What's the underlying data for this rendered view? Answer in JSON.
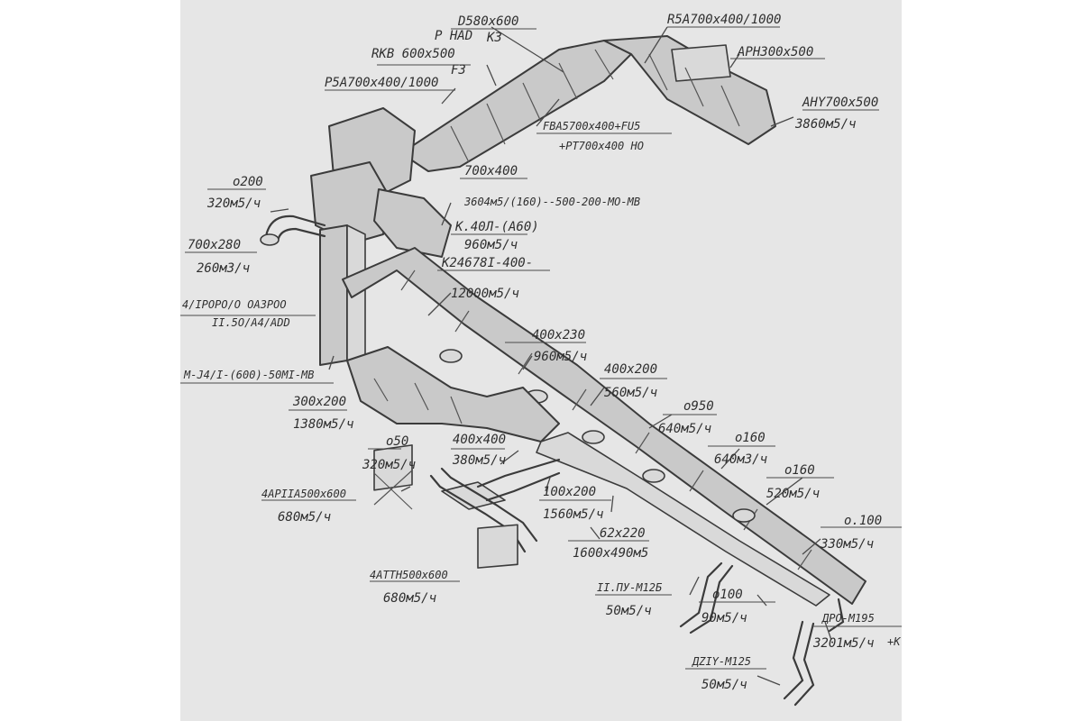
{
  "labels": {
    "d580": "D580x600",
    "phad": "P HAD",
    "k3a": "K3",
    "rkb": "RKB 600x500",
    "f3": "F3",
    "p5a": "P5A700x400/1000",
    "r5a": "R5A700x400/1000",
    "apn300": "APH300x500",
    "ahy700": "AHY700x500",
    "ahy_flow": "3860м5/ч",
    "fba": "FBA5700x400+FU5",
    "pt700": "+PT700x400 HO",
    "d700x400": "700x400",
    "d3604": "3604м5/(160)--500-200-MO-MB",
    "o200": "o200",
    "o200_flow": "320м5/ч",
    "k40l": "K.40Л-(A60)",
    "k40l_flow": "960м5/ч",
    "r700x280": "700x280",
    "r260": "260м3/ч",
    "k24": "K24678I-400-",
    "k24_flow": "12000м5/ч",
    "vert1": "4/IPOPO/O OA3POO",
    "vert2": "II.5O/A4/ADD",
    "mjan": "M-J4/I-(600)-50MI-MB",
    "d400x230": "400x230",
    "d400x230_flow": "960м5/ч",
    "d400x200": "400x200",
    "d400x200_flow": "560м5/ч",
    "s300x200": "300x200",
    "s300x200_flow": "1380м5/ч",
    "o950": "o950",
    "o950_flow": "640м5/ч",
    "o160a": "o160",
    "o160a_flow": "640м3/ч",
    "o160b": "o160",
    "o160b_flow": "520м5/ч",
    "o100a": "o.100",
    "o100a_flow": "330м5/ч",
    "d400x400": "400x400",
    "d400x400_flow": "380м5/ч",
    "o50": "o50",
    "o50_flow": "320м5/ч",
    "a4ap": "4APIIA500x600",
    "a4ap_flow": "680м5/ч",
    "s100x200": "100x200",
    "s100x200_flow": "1560м5/ч",
    "s62": "62x220",
    "s1600": "1600x490м5",
    "a4att": "4ATTH500x600",
    "a4att_flow": "680м5/ч",
    "dpy1": "II.ПУ-M12Б",
    "dpy1_flow": "50м5/ч",
    "o100b": "o100",
    "o100b_flow": "90м5/ч",
    "dpo": "ДPO-M195",
    "dpo_flow": "3201м5/ч",
    "dpo_tail": "+K",
    "dzy": "ДZIY-M125",
    "dzy_flow": "50м5/ч"
  },
  "colors": {
    "paper": "#e6e6e6",
    "pencil": "#3b3b3b",
    "duct_fill": "#c9c9c9"
  }
}
